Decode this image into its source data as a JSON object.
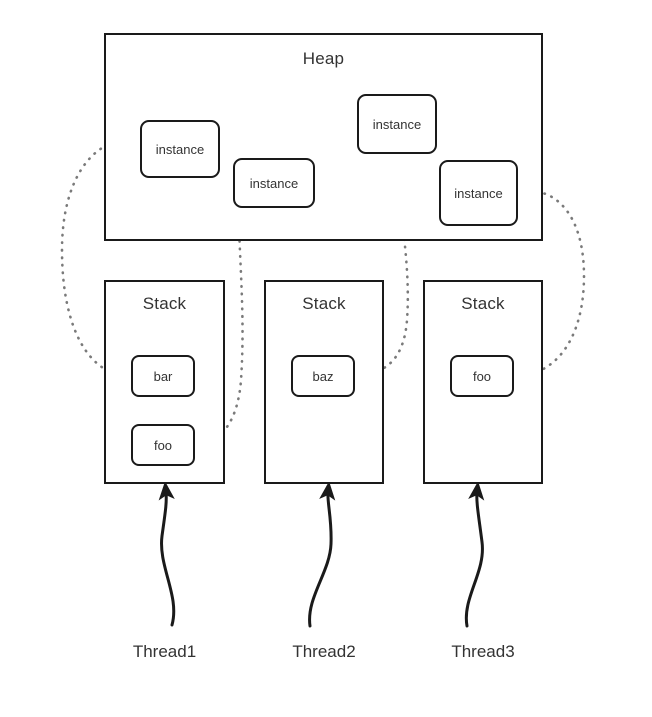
{
  "diagram": {
    "title_visible": false,
    "colors": {
      "stroke": "#1a1a1a",
      "text": "#333333",
      "reference_arrow": "#7a7a7a",
      "background": "#ffffff"
    },
    "heap": {
      "label": "Heap",
      "objects": [
        {
          "label": "instance",
          "id": "instance-1"
        },
        {
          "label": "instance",
          "id": "instance-2"
        },
        {
          "label": "instance",
          "id": "instance-3"
        },
        {
          "label": "instance",
          "id": "instance-4"
        }
      ]
    },
    "stacks": [
      {
        "label": "Stack",
        "thread": "Thread1",
        "frames": [
          {
            "label": "bar"
          },
          {
            "label": "foo"
          }
        ]
      },
      {
        "label": "Stack",
        "thread": "Thread2",
        "frames": [
          {
            "label": "baz"
          }
        ]
      },
      {
        "label": "Stack",
        "thread": "Thread3",
        "frames": [
          {
            "label": "foo"
          }
        ]
      }
    ],
    "references": [
      {
        "from": "bar",
        "to": "instance-1"
      },
      {
        "from": "foo",
        "to": "instance-2"
      },
      {
        "from": "baz",
        "to": "instance-3"
      },
      {
        "from": "foo",
        "to": "instance-4"
      }
    ]
  }
}
